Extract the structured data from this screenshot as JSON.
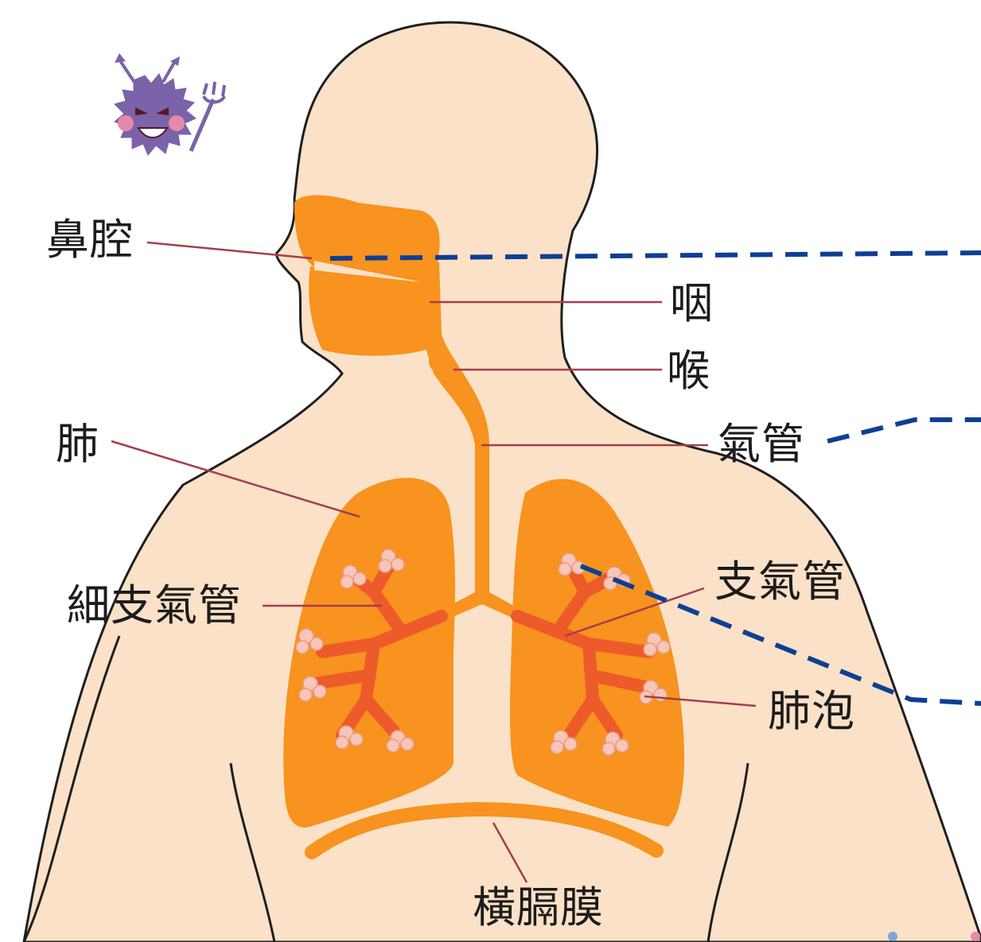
{
  "labels": {
    "nasal_cavity": "鼻腔",
    "pharynx": "咽",
    "larynx": "喉",
    "trachea": "氣管",
    "lung": "肺",
    "bronchiole": "細支氣管",
    "bronchus": "支氣管",
    "alveoli": "肺泡",
    "diaphragm": "橫膈膜"
  },
  "colors": {
    "skin": "#fbe1c7",
    "organ": "#f7931e",
    "bronchi": "#ee5b2a",
    "alveoli": "#f7c6b8",
    "outline": "#1f1f1f",
    "leader": "#a33f4a",
    "dashed": "#0e3e94",
    "virus": "#7a63a8"
  },
  "icons": {
    "mascot": "virus-devil-icon"
  }
}
